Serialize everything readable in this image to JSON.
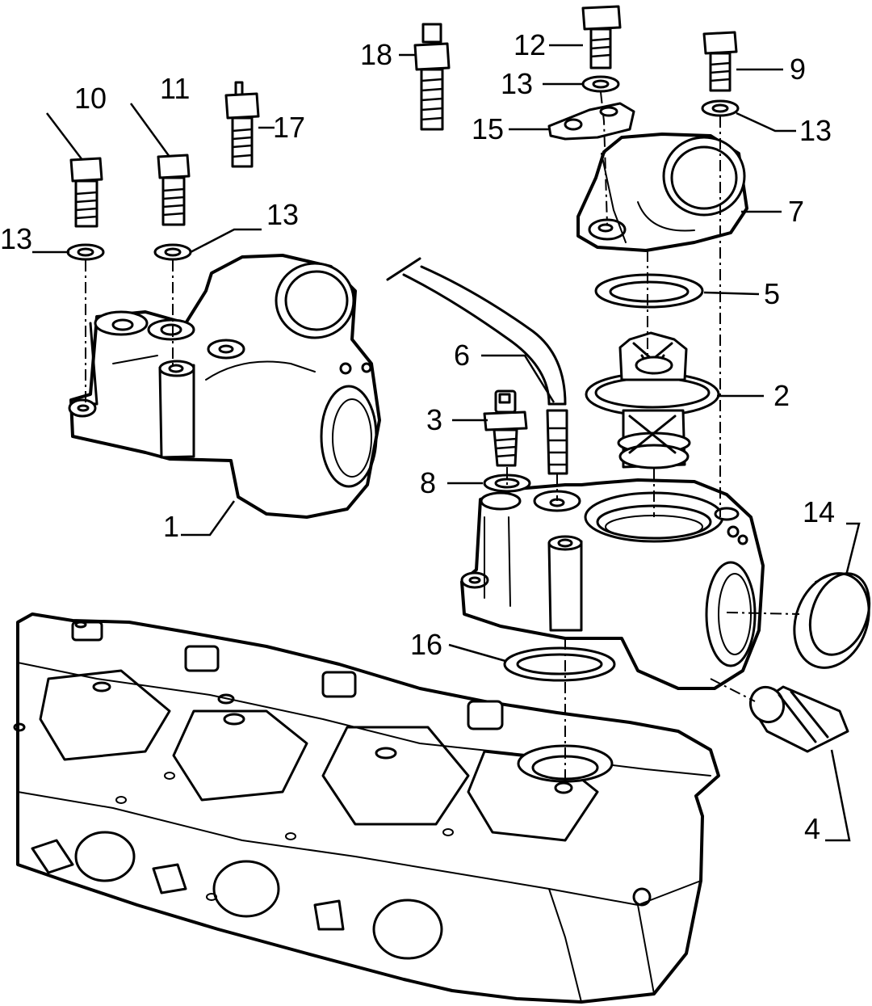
{
  "labels": {
    "p1": "1",
    "p2": "2",
    "p3": "3",
    "p4": "4",
    "p5": "5",
    "p6": "6",
    "p7": "7",
    "p8": "8",
    "p9": "9",
    "p10": "10",
    "p11": "11",
    "p12": "12",
    "p13a": "13",
    "p13b": "13",
    "p13c": "13",
    "p13d": "13",
    "p14": "14",
    "p15": "15",
    "p16": "16",
    "p17": "17",
    "p18": "18"
  }
}
